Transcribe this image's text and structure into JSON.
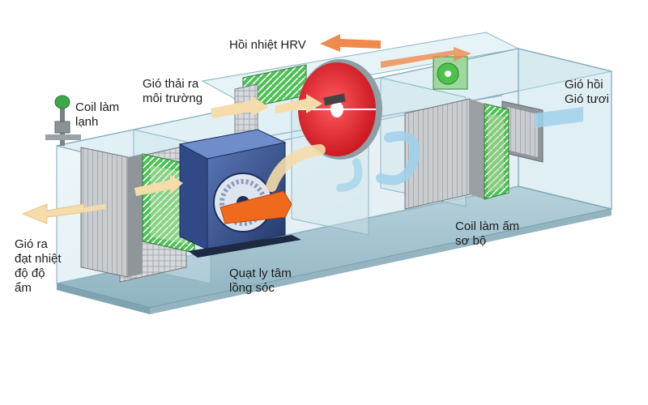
{
  "labels": {
    "hrv": "Hồi nhiệt HRV",
    "exhaust": [
      "Gió thải ra",
      "môi trường"
    ],
    "cooling_coil": [
      "Coil làm",
      "lạnh"
    ],
    "return_fresh": [
      "Gió hồi",
      "Gió tươi"
    ],
    "preheat_coil": [
      "Coil làm ấm",
      "sơ bộ"
    ],
    "fan": [
      "Quạt ly tâm",
      "lồng sóc"
    ],
    "supply": [
      "Gió ra",
      "đạt nhiệt",
      "độ độ",
      "ẩm"
    ]
  },
  "colors": {
    "casing": "#cfe6ee",
    "casing_edge": "#7fa9b8",
    "rotor": "#e8222b",
    "fan_blue": "#3d5a9c",
    "fan_orange": "#f06a1e",
    "coil": "#b8bcc0",
    "filter_green": "#3aa843",
    "arrow_orange": "#f08a4b",
    "arrow_cream": "#f5dcaa",
    "arrow_blue": "#9fd1ea"
  }
}
